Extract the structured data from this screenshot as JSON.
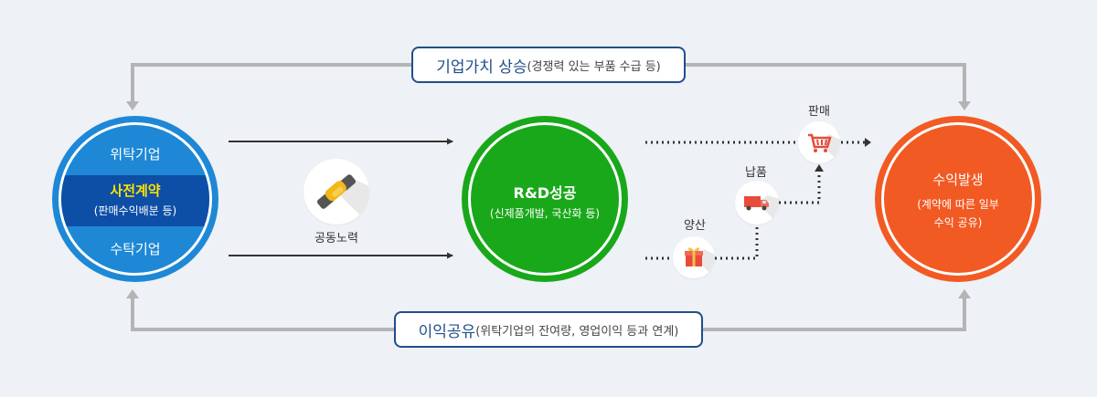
{
  "top_box": {
    "highlight": "기업가치 상승",
    "detail": "(경쟁력 있는 부품 수급 등)"
  },
  "bottom_box": {
    "highlight": "이익공유",
    "detail": "(위탁기업의 잔여량, 영업이익 등과 연계)"
  },
  "left_circle": {
    "top": "위탁기업",
    "middle": "사전계약",
    "middle_sub": "(판매수익배분 등)",
    "bottom": "수탁기업"
  },
  "cooperation": {
    "label": "공동노력",
    "icon": "handshake-icon"
  },
  "center_circle": {
    "title": "R&D성공",
    "sub": "(신제품개발, 국산화 등)"
  },
  "steps": [
    {
      "label": "양산",
      "icon": "gift-box-icon"
    },
    {
      "label": "납품",
      "icon": "delivery-truck-icon"
    },
    {
      "label": "판매",
      "icon": "shopping-cart-icon"
    }
  ],
  "right_circle": {
    "title": "수익발생",
    "sub1": "(계약에 따른 일부",
    "sub2": "수익 공유)"
  },
  "colors": {
    "navy": "#1f4f8a",
    "blue": "#1e88d6",
    "dark_blue": "#0d4ea6",
    "green": "#19a81a",
    "orange": "#f25a24",
    "yellow_text": "#ffe100",
    "connector_gray": "#b4b4b4"
  }
}
